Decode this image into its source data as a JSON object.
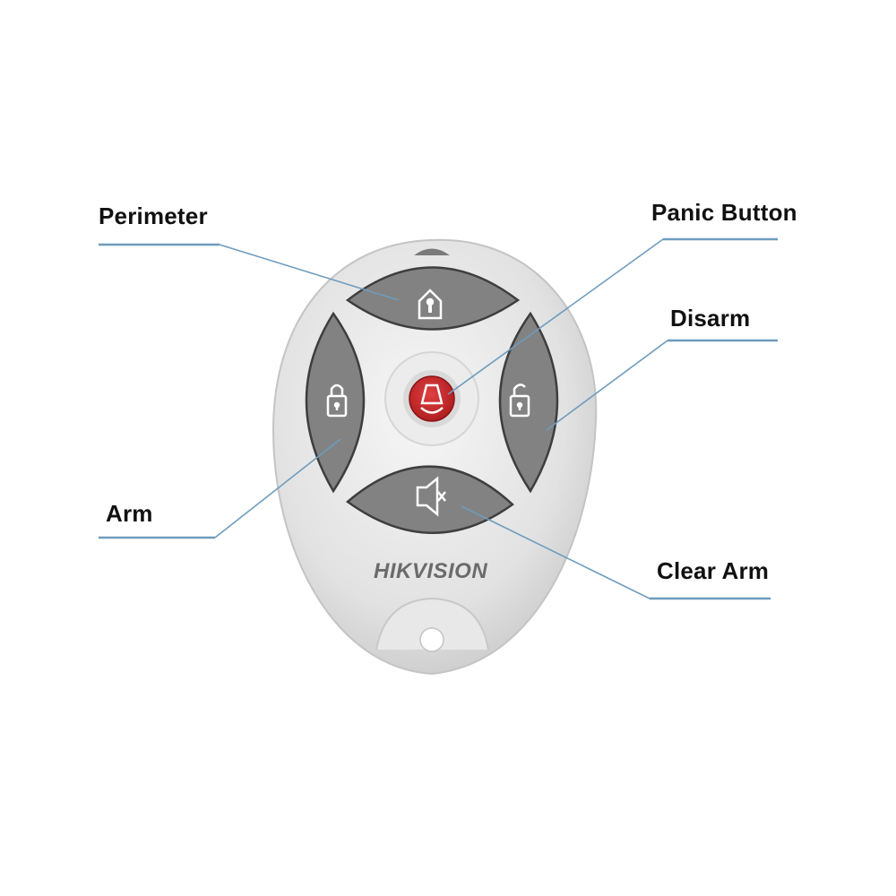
{
  "device": {
    "brand": "HIKVISION",
    "type": "remote key fob"
  },
  "callouts": [
    {
      "id": "perimeter",
      "label": "Perimeter",
      "icon": "house-lock-icon"
    },
    {
      "id": "panic",
      "label": "Panic Button",
      "icon": "bell-icon"
    },
    {
      "id": "disarm",
      "label": "Disarm",
      "icon": "unlocked-padlock-icon"
    },
    {
      "id": "arm",
      "label": "Arm",
      "icon": "locked-padlock-icon"
    },
    {
      "id": "clear-arm",
      "label": "Clear Arm",
      "icon": "speaker-mute-icon"
    }
  ],
  "colors": {
    "body": "#e4e4e4",
    "button": "#808080",
    "panic": "#c8282a",
    "leader": "#7aa3c0"
  }
}
